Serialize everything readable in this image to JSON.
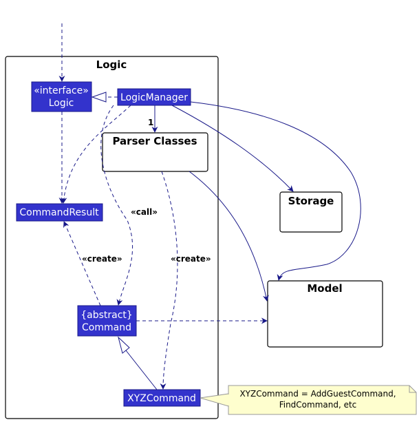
{
  "packages": {
    "logic": "Logic",
    "parser": "Parser Classes",
    "storage": "Storage",
    "model": "Model"
  },
  "classes": {
    "logic_interface_stereo": "«interface»",
    "logic_interface_name": "Logic",
    "logic_manager": "LogicManager",
    "command_result": "CommandResult",
    "command_stereo": "{abstract}",
    "command_name": "Command",
    "xyz_command": "XYZCommand"
  },
  "edge_labels": {
    "multiplicity": "1",
    "call": "«call»",
    "create_result": "«create»",
    "create_xyz": "«create»"
  },
  "note": {
    "line1": "XYZCommand = AddGuestCommand,",
    "line2": "FindCommand, etc"
  },
  "colors": {
    "class_fill": "#3333cc",
    "line": "#181888",
    "note_fill": "#fefece"
  }
}
